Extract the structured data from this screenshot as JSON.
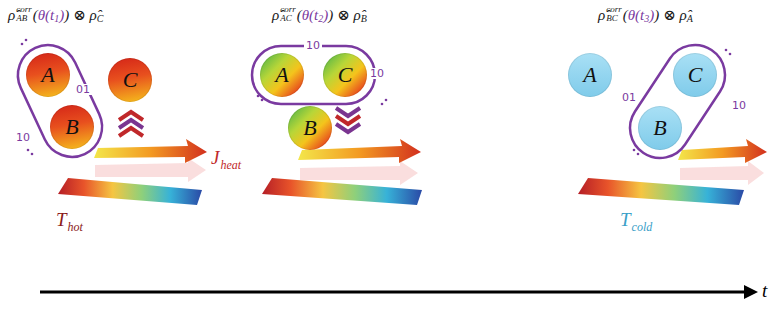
{
  "diagram": {
    "nodes": [
      {
        "text": [
          "A"
        ]
      },
      {
        "text": [
          "C"
        ]
      },
      {
        "text": [
          "B"
        ]
      },
      {
        "text": [
          "A"
        ]
      },
      {
        "text": [
          "C"
        ]
      },
      {
        "text": [
          "B"
        ]
      },
      {
        "text": [
          "A"
        ]
      },
      {
        "text": [
          "C"
        ]
      },
      {
        "text": [
          "B"
        ]
      }
    ],
    "labels": [
      "ρ̂",
      "corr",
      "AB",
      "(",
      "θ(t",
      "1",
      ")",
      ")",
      "⊗ ρ̂",
      "C",
      "ρ̂",
      "corr",
      "AC",
      "(",
      "θ(t",
      "2",
      ")",
      ")",
      "⊗ ρ̂",
      "B",
      "ρ̂",
      "corr",
      "BC",
      "(",
      "θ(t",
      "3",
      ")",
      ")",
      "⊗ ρ̂",
      "A",
      "01",
      "10",
      "J",
      "heat",
      "T",
      "hot",
      "10",
      "10",
      "01",
      "10",
      "T",
      "cold",
      "t"
    ]
  }
}
